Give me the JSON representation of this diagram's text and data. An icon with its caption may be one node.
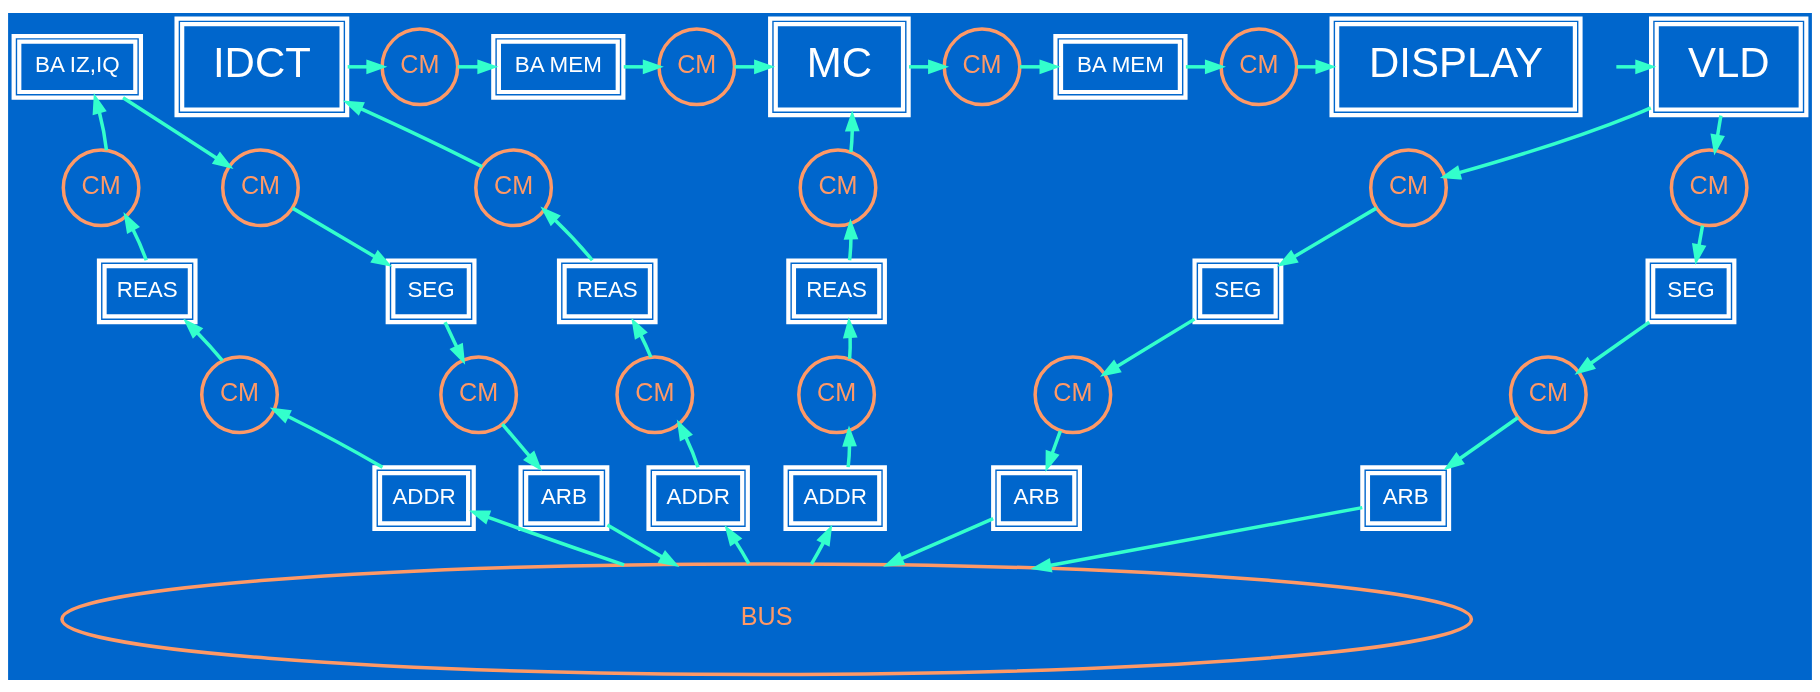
{
  "diagram": {
    "nodes": [
      {
        "text": [
          "VLD"
        ]
      },
      {
        "text": [
          "BA IZ,IQ"
        ]
      },
      {
        "text": [
          "IDCT"
        ]
      },
      {
        "text": [
          "CM"
        ]
      },
      {
        "text": [
          "BA MEM"
        ]
      },
      {
        "text": [
          "CM"
        ]
      },
      {
        "text": [
          "MC"
        ]
      },
      {
        "text": [
          "CM"
        ]
      },
      {
        "text": [
          "BA MEM"
        ]
      },
      {
        "text": [
          "CM"
        ]
      },
      {
        "text": [
          "DISPLAY"
        ]
      },
      {
        "text": [
          "CM"
        ]
      },
      {
        "text": [
          "SEG"
        ]
      },
      {
        "text": [
          "CM"
        ]
      },
      {
        "text": [
          "ARB"
        ]
      },
      {
        "text": [
          "CM"
        ]
      },
      {
        "text": [
          "SEG"
        ]
      },
      {
        "text": [
          "CM"
        ]
      },
      {
        "text": [
          "ARB"
        ]
      },
      {
        "text": [
          "CM"
        ]
      },
      {
        "text": [
          "REAS"
        ]
      },
      {
        "text": [
          "CM"
        ]
      },
      {
        "text": [
          "ADDR"
        ]
      },
      {
        "text": [
          "CM"
        ]
      },
      {
        "text": [
          "SEG"
        ]
      },
      {
        "text": [
          "CM"
        ]
      },
      {
        "text": [
          "ARB"
        ]
      },
      {
        "text": [
          "CM"
        ]
      },
      {
        "text": [
          "REAS"
        ]
      },
      {
        "text": [
          "CM"
        ]
      },
      {
        "text": [
          "ADDR"
        ]
      },
      {
        "text": [
          "CM"
        ]
      },
      {
        "text": [
          "REAS"
        ]
      },
      {
        "text": [
          "CM"
        ]
      },
      {
        "text": [
          "ADDR"
        ]
      },
      {
        "text": [
          "BUS"
        ]
      }
    ],
    "edges": [
      {
        "from": null,
        "to": 0,
        "arrow": "to"
      },
      {
        "from": 0,
        "to": 11,
        "arrow": "to"
      },
      {
        "from": 11,
        "to": 12,
        "arrow": "to"
      },
      {
        "from": 12,
        "to": 13,
        "arrow": "to"
      },
      {
        "from": 13,
        "to": 14,
        "arrow": "to"
      },
      {
        "from": 14,
        "to": 35,
        "arrow": "to"
      },
      {
        "from": 0,
        "to": 15,
        "arrow": "to"
      },
      {
        "from": 15,
        "to": 16,
        "arrow": "to"
      },
      {
        "from": 16,
        "to": 17,
        "arrow": "to"
      },
      {
        "from": 17,
        "to": 18,
        "arrow": "to"
      },
      {
        "from": 18,
        "to": 35,
        "arrow": "to"
      },
      {
        "from": 35,
        "to": 22,
        "arrow": "to"
      },
      {
        "from": 22,
        "to": 21,
        "arrow": "to"
      },
      {
        "from": 21,
        "to": 20,
        "arrow": "to"
      },
      {
        "from": 20,
        "to": 19,
        "arrow": "to"
      },
      {
        "from": 19,
        "to": 1,
        "arrow": "to"
      },
      {
        "from": 1,
        "to": 23,
        "arrow": "to"
      },
      {
        "from": 23,
        "to": 24,
        "arrow": "to"
      },
      {
        "from": 24,
        "to": 25,
        "arrow": "to"
      },
      {
        "from": 25,
        "to": 26,
        "arrow": "to"
      },
      {
        "from": 26,
        "to": 35,
        "arrow": "to"
      },
      {
        "from": 35,
        "to": 30,
        "arrow": "to"
      },
      {
        "from": 30,
        "to": 29,
        "arrow": "to"
      },
      {
        "from": 29,
        "to": 28,
        "arrow": "to"
      },
      {
        "from": 28,
        "to": 27,
        "arrow": "to"
      },
      {
        "from": 27,
        "to": 2,
        "arrow": "to"
      },
      {
        "from": 2,
        "to": 3,
        "arrow": "to"
      },
      {
        "from": 3,
        "to": 4,
        "arrow": "to"
      },
      {
        "from": 4,
        "to": 5,
        "arrow": "to"
      },
      {
        "from": 5,
        "to": 6,
        "arrow": "to"
      },
      {
        "from": 6,
        "to": 7,
        "arrow": "to"
      },
      {
        "from": 7,
        "to": 8,
        "arrow": "to"
      },
      {
        "from": 8,
        "to": 9,
        "arrow": "to"
      },
      {
        "from": 9,
        "to": 10,
        "arrow": "to"
      },
      {
        "from": 35,
        "to": 34,
        "arrow": "to"
      },
      {
        "from": 34,
        "to": 33,
        "arrow": "to"
      },
      {
        "from": 33,
        "to": 32,
        "arrow": "to"
      },
      {
        "from": 32,
        "to": 31,
        "arrow": "to"
      },
      {
        "from": 31,
        "to": 6,
        "arrow": "to"
      }
    ]
  }
}
